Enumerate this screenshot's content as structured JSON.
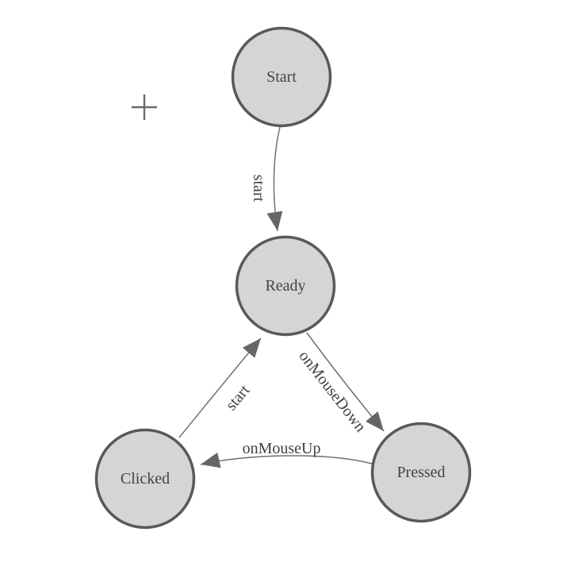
{
  "canvas": {
    "background": "#ffffff"
  },
  "palette": {
    "node_fill": "#d5d5d5",
    "node_stroke": "#595959",
    "edge_stroke": "#707070",
    "arrow_fill": "#666666",
    "label_color": "#444444",
    "origin_cross_color": "#696969"
  },
  "nodes": {
    "start": {
      "label": "Start"
    },
    "ready": {
      "label": "Ready"
    },
    "clicked": {
      "label": "Clicked"
    },
    "pressed": {
      "label": "Pressed"
    }
  },
  "edges": {
    "start_to_ready": {
      "label": "start"
    },
    "clicked_to_ready": {
      "label": "start"
    },
    "ready_to_pressed": {
      "label": "onMouseDown"
    },
    "pressed_to_clicked": {
      "label": "onMouseUp"
    }
  }
}
